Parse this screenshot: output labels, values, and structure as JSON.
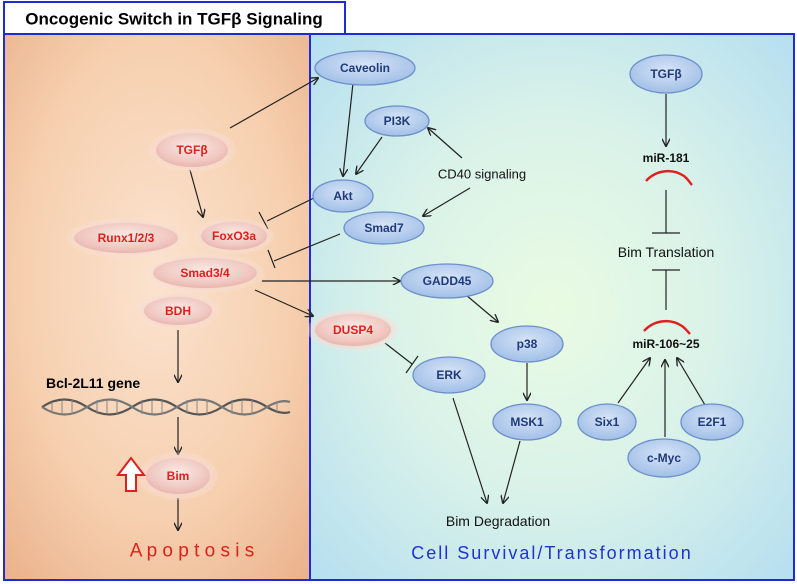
{
  "title": "Oncogenic Switch in TGFβ Signaling",
  "left_panel": {
    "caption": "A p o p t o s i s",
    "nodes": {
      "tgfb": "TGFβ",
      "runx": "Runx1/2/3",
      "foxo3a": "FoxO3a",
      "smad34": "Smad3/4",
      "bdh": "BDH",
      "bim": "Bim"
    },
    "gene_label": "Bcl-2L11 gene"
  },
  "right_panel": {
    "caption": "Cell Survival/Transformation",
    "nodes": {
      "caveolin": "Caveolin",
      "pi3k": "PI3K",
      "akt": "Akt",
      "smad7": "Smad7",
      "gadd45": "GADD45",
      "dusp4": "DUSP4",
      "p38": "p38",
      "erk": "ERK",
      "msk1": "MSK1",
      "tgfb": "TGFβ",
      "six1": "Six1",
      "cmyc": "c-Myc",
      "e2f1": "E2F1"
    },
    "labels": {
      "cd40": "CD40 signaling",
      "mir181": "miR-181",
      "bim_translation": "Bim Translation",
      "mir106": "miR-106~25",
      "bim_degradation": "Bim Degradation"
    }
  },
  "colors": {
    "border_blue": "#1f2bd6",
    "left_text_red": "#e0201c",
    "right_caption_blue": "#2233cc",
    "node_blue_fill": "#a9c4ea",
    "node_blue_stroke": "#6d8fc9",
    "node_blue_text": "#1f3a7a",
    "node_pink_fill": "#f0c9c4",
    "mirna_red": "#e02020"
  }
}
